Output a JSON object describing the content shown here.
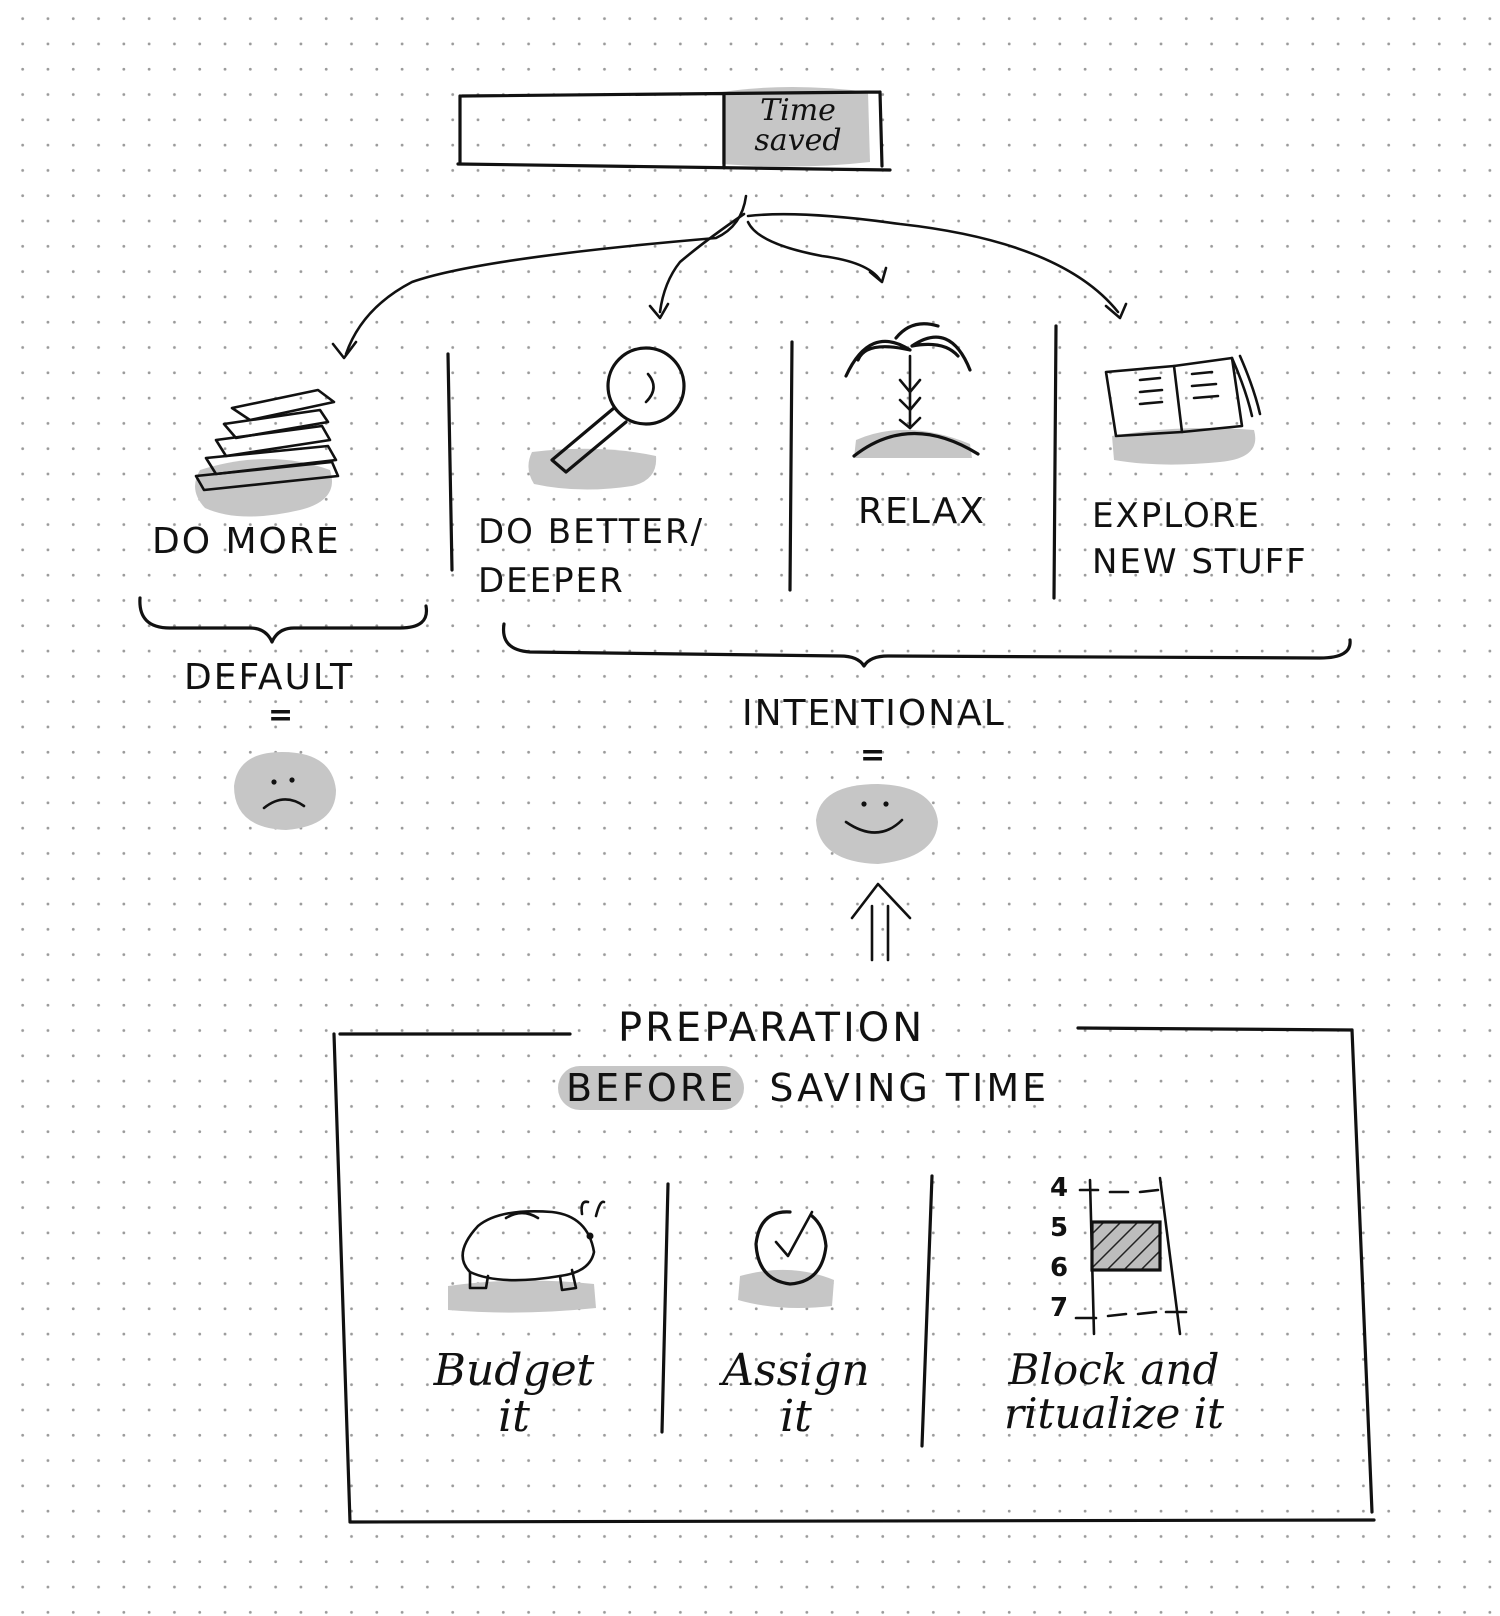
{
  "timebar": {
    "label": "Time saved"
  },
  "options": [
    {
      "label": "DO MORE",
      "icon": "paper-stack-icon"
    },
    {
      "label": "DO BETTER/ DEEPER",
      "icon": "magnifier-icon"
    },
    {
      "label": "RELAX",
      "icon": "palm-tree-icon"
    },
    {
      "label": "EXPLORE NEW STUFF",
      "icon": "open-book-icon"
    }
  ],
  "groups": {
    "default": {
      "label": "DEFAULT",
      "equals": "=",
      "face": "sad-face-icon"
    },
    "intentional": {
      "label": "INTENTIONAL",
      "equals": "=",
      "face": "smiley-face-icon"
    }
  },
  "preparation": {
    "title_line1": "PREPARATION",
    "title_before": "BEFORE",
    "title_rest": "SAVING TIME",
    "steps": [
      {
        "line1": "Budget",
        "line2": "it",
        "icon": "piggy-bank-icon"
      },
      {
        "line1": "Assign",
        "line2": "it",
        "icon": "clock-check-icon"
      },
      {
        "line1": "Block and",
        "line2": "ritualize it",
        "icon": "calendar-block-icon"
      }
    ],
    "calendar_hours": [
      "4",
      "5",
      "6",
      "7"
    ]
  }
}
